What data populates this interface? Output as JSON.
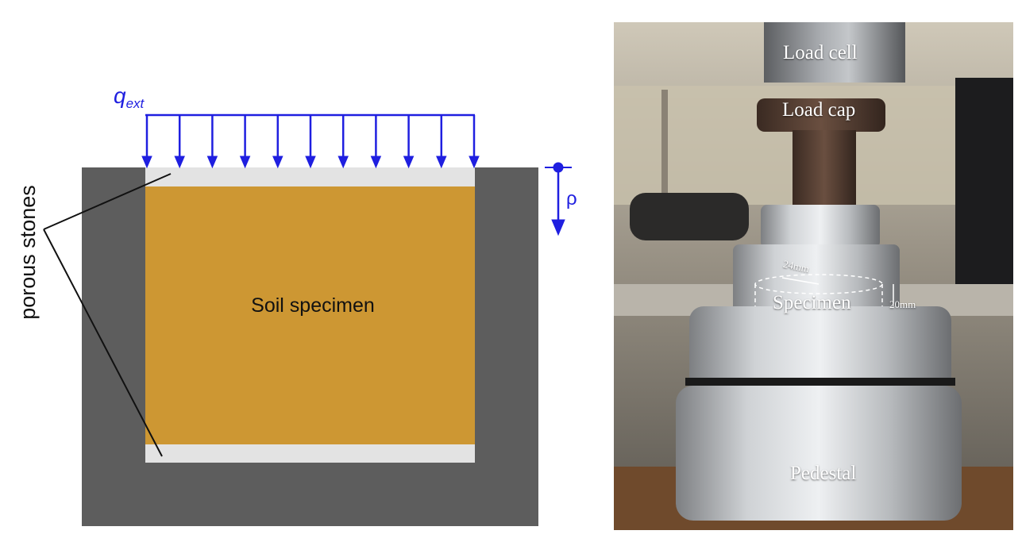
{
  "diagram": {
    "load_symbol": "q",
    "load_subscript": "ext",
    "settlement_symbol": "ρ",
    "porous_label": "porous stones",
    "specimen_label": "Soil specimen"
  },
  "photo": {
    "load_cell": "Load cell",
    "load_cap": "Load cap",
    "specimen": "Specimen",
    "diameter": "24mm",
    "height": "20mm",
    "pedestal": "Pedestal"
  },
  "colors": {
    "load_arrows": "#1f1fe0",
    "soil": "#cd9733",
    "cell_wall": "#5d5d5d",
    "porous_stone": "#e3e3e3"
  }
}
